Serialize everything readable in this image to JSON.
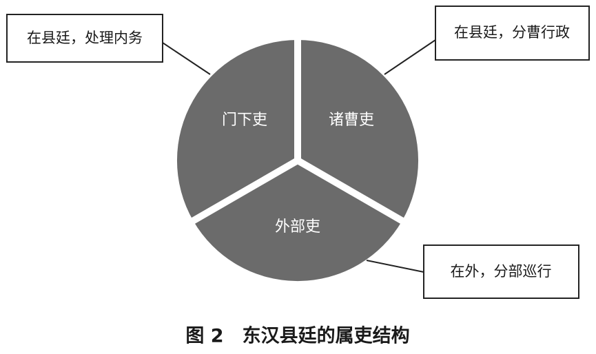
{
  "sectors": [
    {
      "label": "门下吏",
      "callout": "在县廷，处理内务"
    },
    {
      "label": "诸曹吏",
      "callout": "在县廷，分曹行政"
    },
    {
      "label": "外部吏",
      "callout": "在外，分部巡行"
    }
  ],
  "caption": "图 2　东汉县廷的属吏结构",
  "colors": {
    "sector_fill": "#6b6b6b",
    "gap": "#ffffff",
    "box_stroke": "#222222",
    "line": "#222222"
  }
}
